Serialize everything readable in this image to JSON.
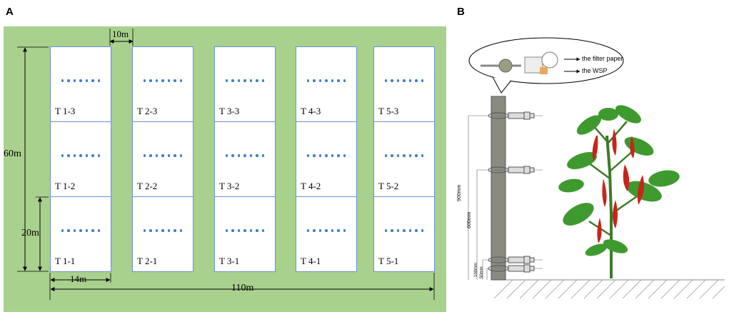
{
  "panel_a": {
    "label": "A",
    "dimensions": {
      "gap": "10m",
      "height_total": "60m",
      "height_plot": "20m",
      "width_plot": "14m",
      "width_total": "110m"
    },
    "plots": [
      [
        "T 1-3",
        "T 2-3",
        "T 3-3",
        "T 4-3",
        "T 5-3"
      ],
      [
        "T 1-2",
        "T 2-2",
        "T 3-2",
        "T 4-2",
        "T 5-2"
      ],
      [
        "T 1-1",
        "T 2-1",
        "T 3-1",
        "T 4-1",
        "T 5-1"
      ]
    ],
    "colors": {
      "field": "#a8d18d",
      "plot_border": "#6b8fd6",
      "sampler_dot": "#3e7fbe"
    }
  },
  "panel_b": {
    "label": "B",
    "callout": {
      "filter_paper": "the filter paper",
      "wsp": "the WSP"
    },
    "heights": {
      "h900": "900mm",
      "h600": "600mm",
      "h100": "100mm",
      "h50": "50mm"
    }
  }
}
